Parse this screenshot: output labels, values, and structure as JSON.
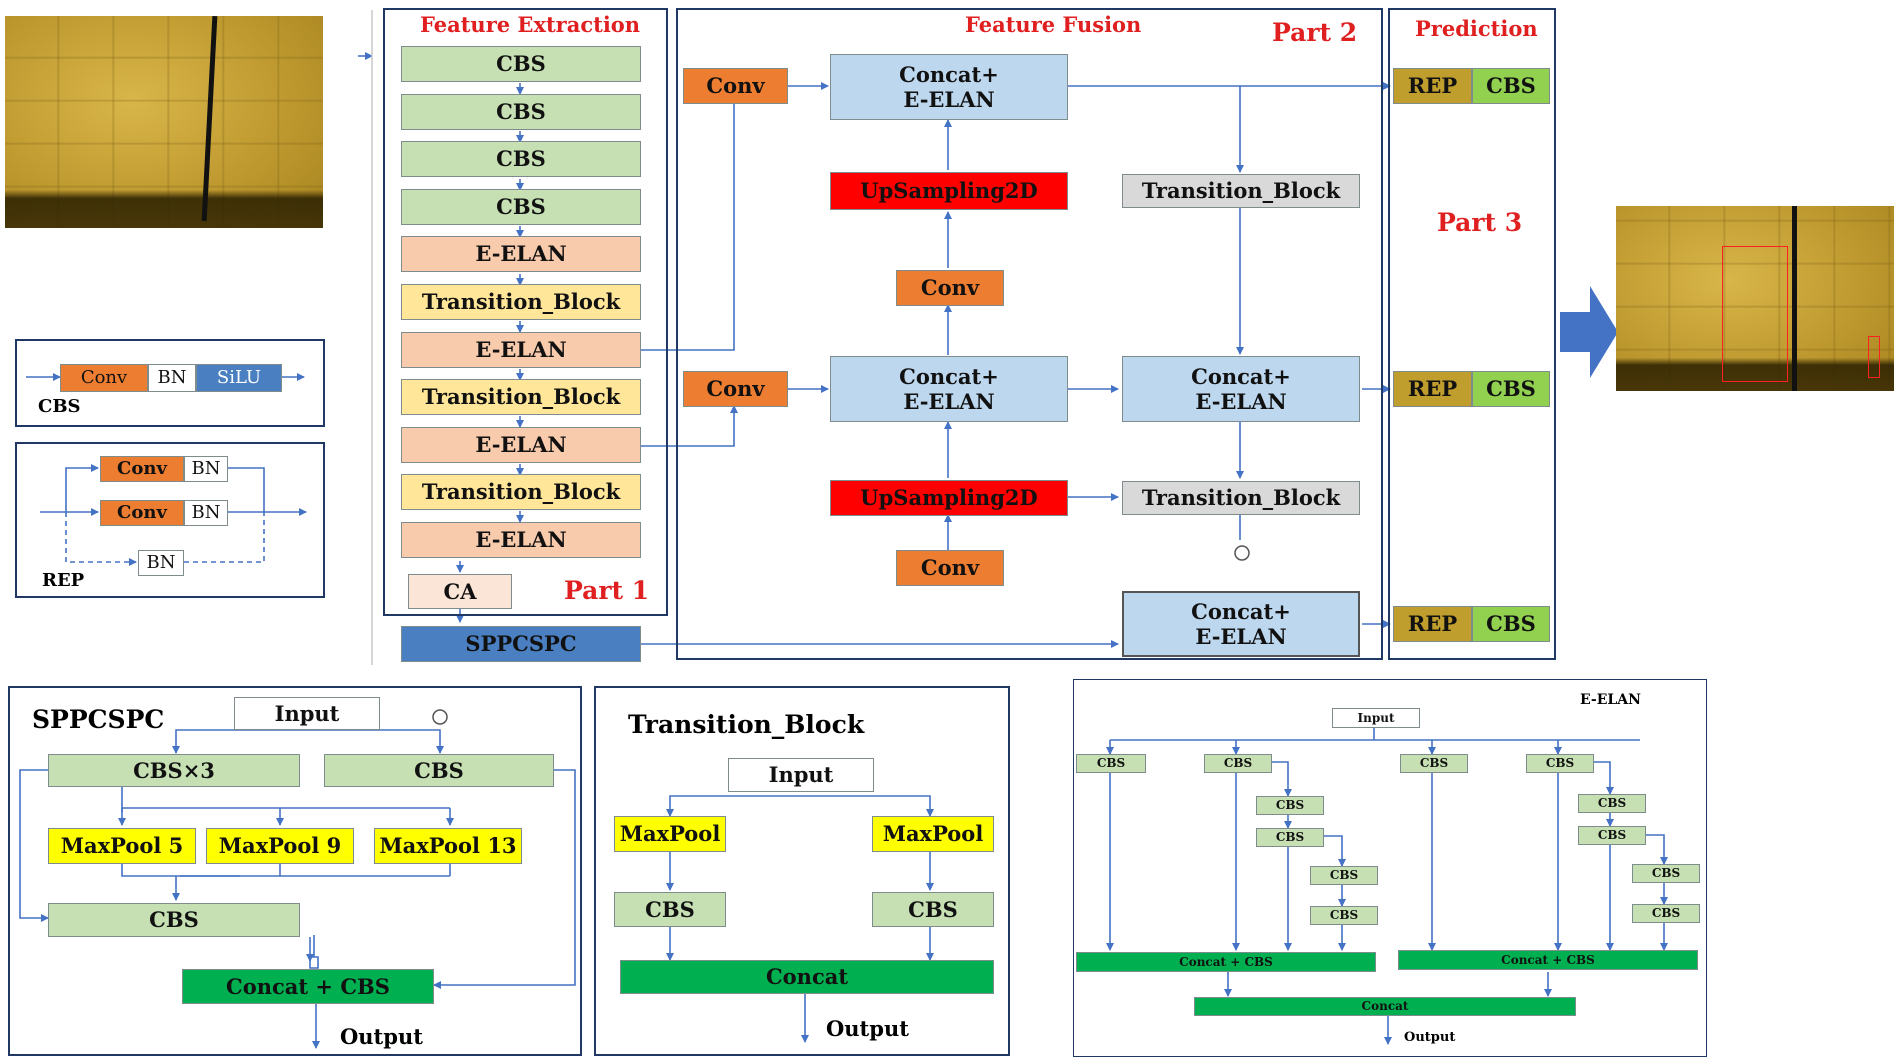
{
  "titles": {
    "feature_extraction": "Feature Extraction",
    "feature_fusion": "Feature Fusion",
    "prediction": "Prediction",
    "part1": "Part 1",
    "part2": "Part 2",
    "part3": "Part 3"
  },
  "backbone": [
    "CBS",
    "CBS",
    "CBS",
    "CBS",
    "E-ELAN",
    "Transition_Block",
    "E-ELAN",
    "Transition_Block",
    "E-ELAN",
    "Transition_Block",
    "E-ELAN"
  ],
  "backbone_ca": "CA",
  "sppcspc_main": "SPPCSPC",
  "fusion": {
    "conv_top": "Conv",
    "concat_top_l1": "Concat+",
    "concat_top_l2": "E-ELAN",
    "upsample_1": "UpSampling2D",
    "conv_mid": "Conv",
    "conv_left2": "Conv",
    "concat_mid_l1": "Concat+",
    "concat_mid_l2": "E-ELAN",
    "upsample_2": "UpSampling2D",
    "conv_bottom": "Conv",
    "transition_top": "Transition_Block",
    "concat_right_l1": "Concat+",
    "concat_right_l2": "E-ELAN",
    "transition_bottom": "Transition_Block",
    "concat_bottom_l1": "Concat+",
    "concat_bottom_l2": "E-ELAN"
  },
  "prediction": {
    "rep": "REP",
    "cbs": "CBS"
  },
  "legend_cbs": {
    "conv": "Conv",
    "bn": "BN",
    "silu": "SiLU",
    "label": "CBS"
  },
  "legend_rep": {
    "conv": "Conv",
    "bn": "BN",
    "label": "REP"
  },
  "sppcspc_detail": {
    "title": "SPPCSPC",
    "input": "Input",
    "cbs3": "CBS×3",
    "cbs": "CBS",
    "maxpool5": "MaxPool 5",
    "maxpool9": "MaxPool 9",
    "maxpool13": "MaxPool 13",
    "cbs_lower": "CBS",
    "concat": "Concat + CBS",
    "output": "Output"
  },
  "transition_detail": {
    "title": "Transition_Block",
    "input": "Input",
    "maxpool": "MaxPool",
    "cbs": "CBS",
    "concat": "Concat",
    "output": "Output"
  },
  "eelan_detail": {
    "title": "E-ELAN",
    "input": "Input",
    "cbs": "CBS",
    "concat_cbs": "Concat + CBS",
    "concat": "Concat",
    "output": "Output"
  },
  "colors": {
    "green": "#c6e0b4",
    "peach": "#f8cbad",
    "yellow": "#ffe699",
    "blue": "#bdd7ee",
    "orange": "#ed7d31",
    "red": "#ff0000",
    "gray": "#d9d9d9",
    "line": "#4472c4",
    "title_red": "#e02020",
    "concat_green": "#00b050",
    "maxpool_yellow": "#ffff00",
    "rep_gold": "#c09e2e",
    "cbs_green": "#92d050",
    "panel_border": "#1f3864"
  }
}
